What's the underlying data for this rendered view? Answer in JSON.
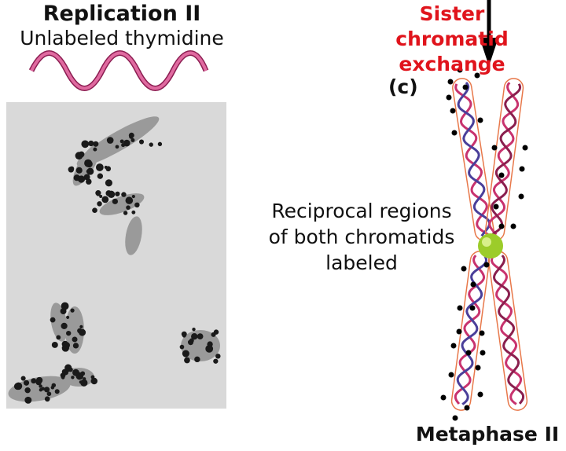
{
  "left_panel": {
    "title": "Replication II",
    "subtitle": "Unlabeled thymidine"
  },
  "right_panel": {
    "event_label": "Sister chromatid exchange",
    "panel_letter": "(c)",
    "annotation": "Reciprocal regions of both chromatids labeled",
    "stage_label": "Metaphase II"
  },
  "colors": {
    "red_label": "#e0141c",
    "helix_pink": "#c8336e",
    "helix_blue": "#4a3f9a",
    "outline": "#e8784a",
    "centromere": "#9ccc2a"
  }
}
